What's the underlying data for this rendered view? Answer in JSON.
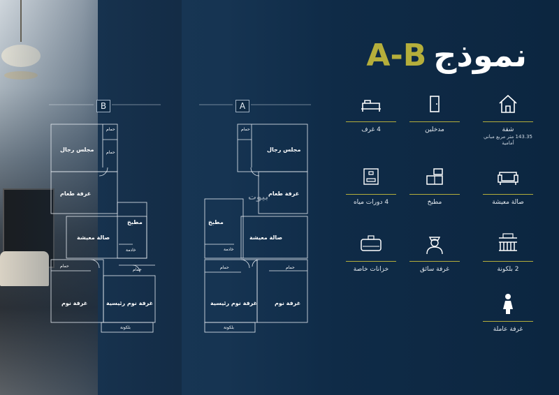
{
  "title": {
    "arabic": "نموذج",
    "model": "A-B"
  },
  "plans": [
    {
      "label": "B",
      "rooms": {
        "majlis": "مجلس رجال",
        "dining": "غرفة طعام",
        "kitchen": "مطبخ",
        "living": "صالة معيشة",
        "bedroom": "غرفة نوم",
        "master": "غرفة نوم رئيسية",
        "bath1": "حمام",
        "bath2": "حمام",
        "bath3": "حمام",
        "bath4": "حمام",
        "maid": "خادمة",
        "balcony": "بلكونة"
      }
    },
    {
      "label": "A",
      "rooms": {
        "majlis": "مجلس رجال",
        "dining": "غرفة طعام",
        "kitchen": "مطبخ",
        "living": "صالة معيشة",
        "bedroom": "غرفة نوم",
        "master": "غرفة نوم رئيسية",
        "bath1": "حمام",
        "bath2": "حمام",
        "bath3": "حمام",
        "maid": "خادمة",
        "balcony": "بلكونة"
      }
    }
  ],
  "watermark": "بيوت",
  "features": [
    {
      "icon": "house-icon",
      "label": "شقة",
      "sub1": "143.35 متر مربع مباني",
      "sub2": "أمامية"
    },
    {
      "icon": "door-icon",
      "label": "مدخلين"
    },
    {
      "icon": "bed-icon",
      "label": "4 غرف"
    },
    {
      "icon": "sofa-icon",
      "label": "صالة معيشة"
    },
    {
      "icon": "kitchen-icon",
      "label": "مطبخ"
    },
    {
      "icon": "bathroom-icon",
      "label": "4 دورات مياه"
    },
    {
      "icon": "balcony-icon",
      "label": "2 بلكونة"
    },
    {
      "icon": "driver-icon",
      "label": "غرفة سائق"
    },
    {
      "icon": "water-tank-icon",
      "label": "خزانات خاصة"
    },
    {
      "icon": "maid-icon",
      "label": "غرفة عاملة"
    }
  ],
  "colors": {
    "accent": "#b5ae3b",
    "background": "#0f2a44",
    "lines": "#e6ecf2"
  }
}
